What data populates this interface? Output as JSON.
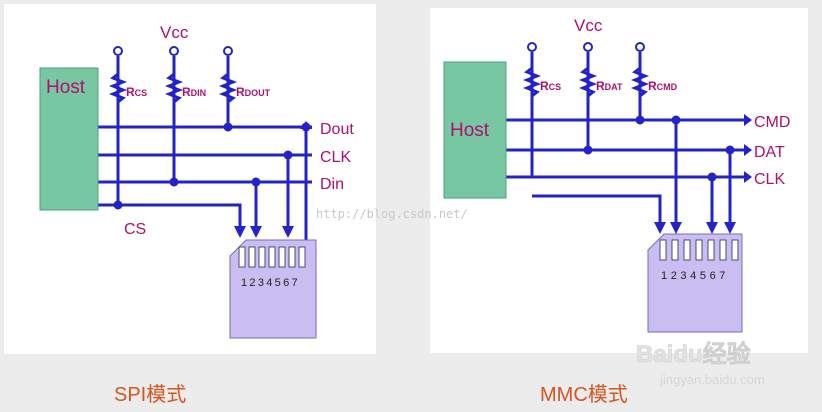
{
  "colors": {
    "wire": "#2323c8",
    "label": "#b0106e",
    "host_fill": "#77c7a3",
    "card_fill": "#c9bdf2",
    "caption": "#d9541e",
    "panel_bg": "#ffffff",
    "page_bg": "#ececec"
  },
  "spi": {
    "vcc": "Vcc",
    "host": "Host",
    "resistors": [
      "RCS",
      "RDIN",
      "RDOUT"
    ],
    "signals": [
      "Dout",
      "CLK",
      "Din",
      "CS"
    ],
    "pins": "1234567",
    "caption": "SPI模式"
  },
  "mmc": {
    "vcc": "Vcc",
    "host": "Host",
    "resistors": [
      "RCS",
      "RDAT",
      "RCMD"
    ],
    "signals": [
      "CMD",
      "DAT",
      "CLK"
    ],
    "pins": "1234567",
    "caption": "MMC模式"
  },
  "watermark": {
    "url": "http://blog.csdn.net/",
    "brand": "Baidu经验",
    "site": "jingyan.baidu.com"
  }
}
